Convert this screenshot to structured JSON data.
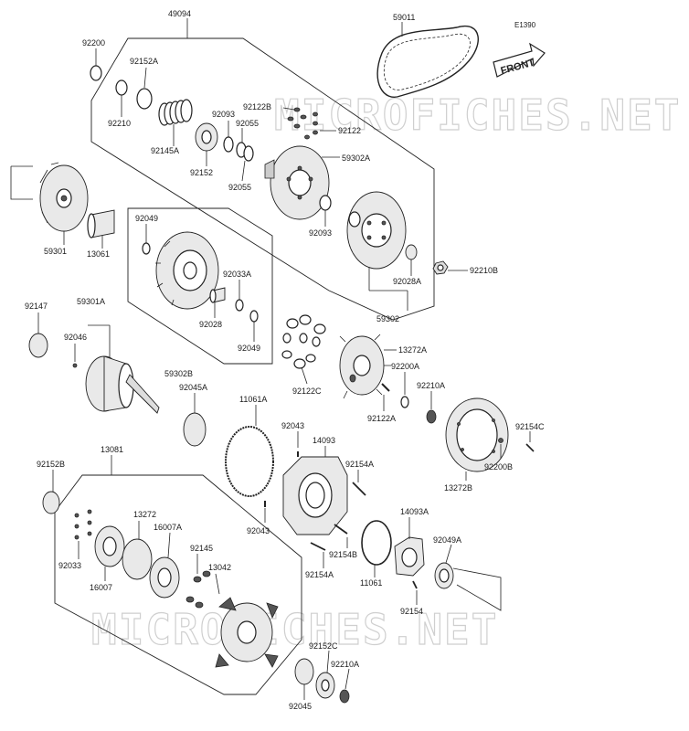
{
  "diagram_code": "E1390",
  "front_arrow_text": "FRONT",
  "watermark_text": "MICROFICHES.NET",
  "labels": {
    "p49094": "49094",
    "p59011": "59011",
    "p92200": "92200",
    "p92152A": "92152A",
    "p92210": "92210",
    "p92145A": "92145A",
    "p92122B": "92122B",
    "p92093_top": "92093",
    "p92055_top": "92055",
    "p92122": "92122",
    "p92152": "92152",
    "p92055_bot": "92055",
    "p59302A": "59302A",
    "p59301": "59301",
    "p13061": "13061",
    "p92049_top": "92049",
    "p92093_mid": "92093",
    "p92033A": "92033A",
    "p92028": "92028",
    "p92049_mid": "92049",
    "p92028A": "92028A",
    "p92210B": "92210B",
    "p59302": "59302",
    "p59302B": "59302B",
    "p92147": "92147",
    "p59301A": "59301A",
    "p92046": "92046",
    "p13272A": "13272A",
    "p92200A": "92200A",
    "p92210A_mid": "92210A",
    "p92122A": "92122A",
    "p92122C": "92122C",
    "p92045A": "92045A",
    "p11061A": "11061A",
    "p92043_top": "92043",
    "p14093": "14093",
    "p92154C": "92154C",
    "p92200B": "92200B",
    "p13272B": "13272B",
    "p92154A_top": "92154A",
    "p13081": "13081",
    "p92152B": "92152B",
    "p13272": "13272",
    "p16007A": "16007A",
    "p92043_bot": "92043",
    "p92154B": "92154B",
    "p14093A": "14093A",
    "p92049A": "92049A",
    "p92033": "92033",
    "p16007": "16007",
    "p92145": "92145",
    "p13042": "13042",
    "p92154A_bot": "92154A",
    "p11061": "11061",
    "p92154": "92154",
    "p92152C": "92152C",
    "p92210A_bot": "92210A",
    "p92045": "92045"
  }
}
